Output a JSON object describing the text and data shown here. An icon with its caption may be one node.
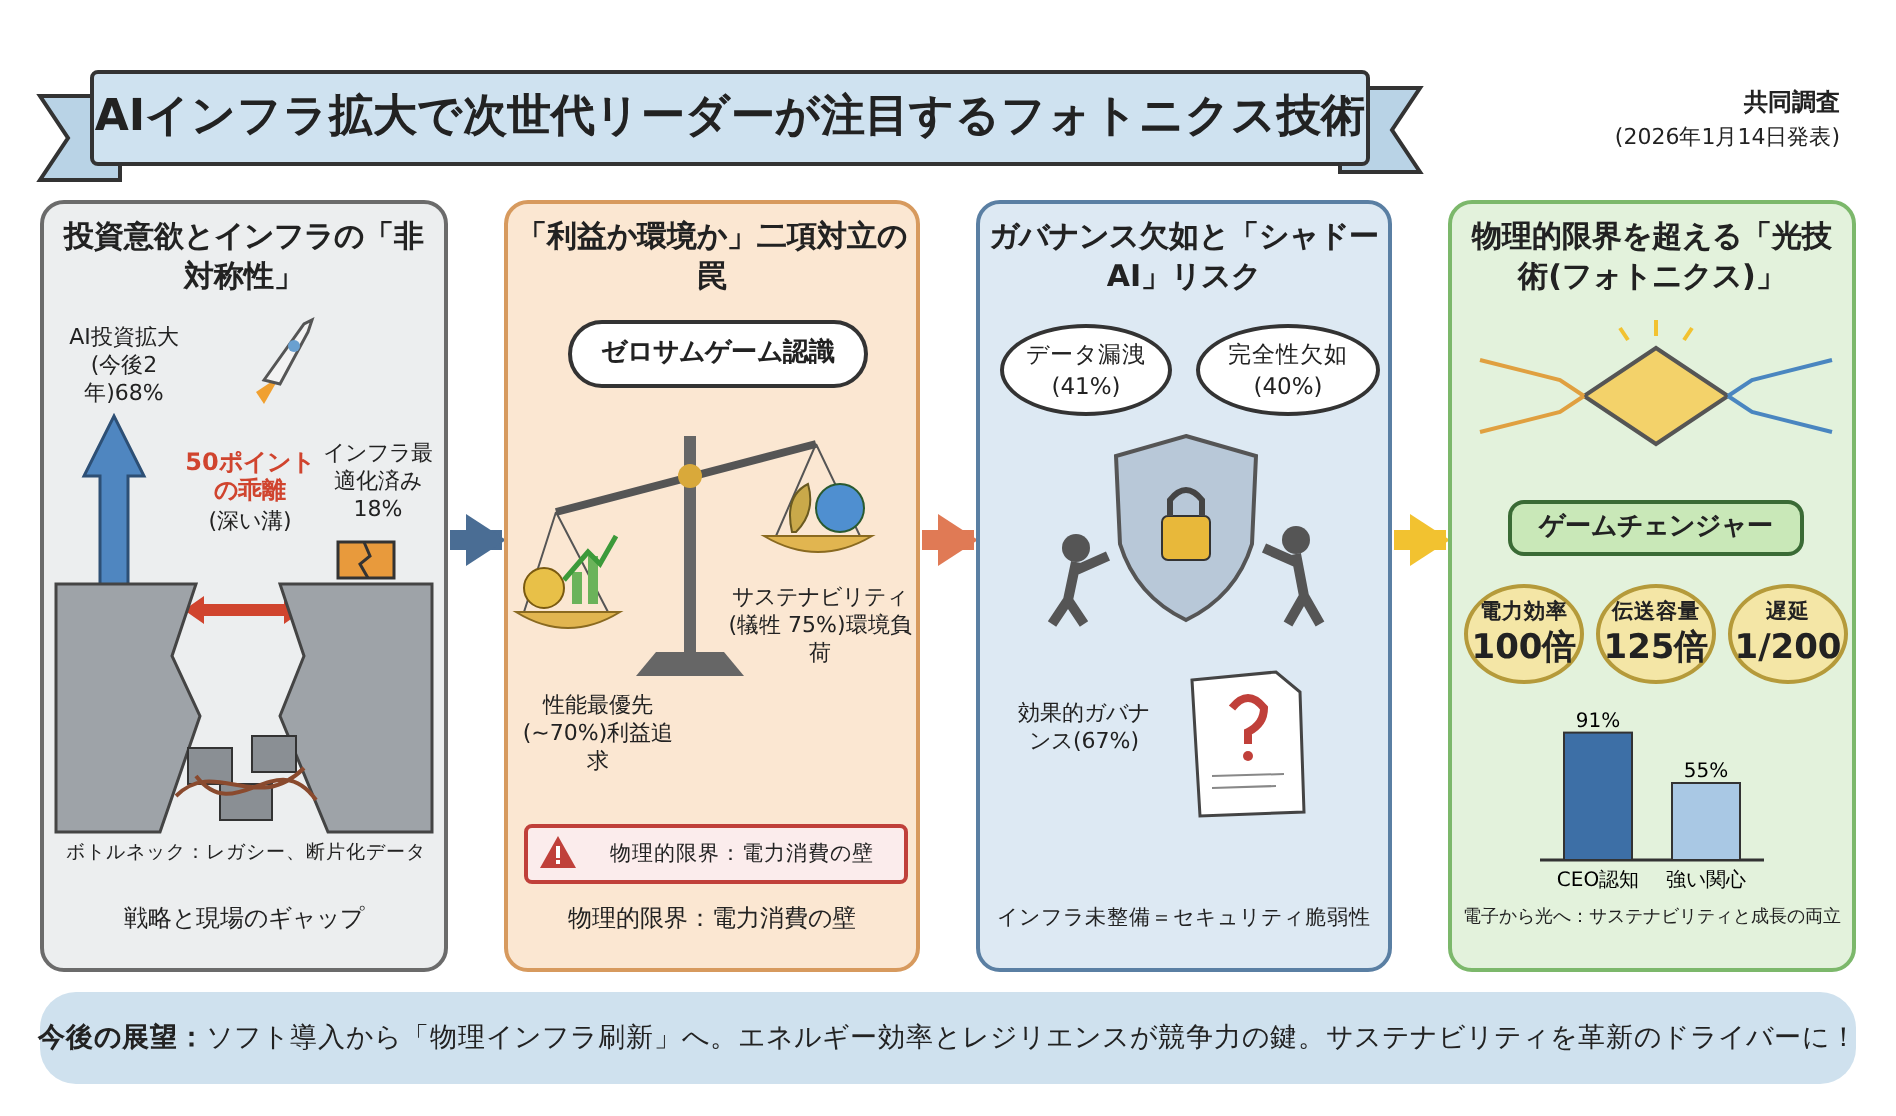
{
  "diagram": {
    "title": "AIインフラ拡大で次世代リーダーが注目するフォトニクス技術",
    "nodes": [
      {
        "text": [
          "投資意欲とインフラの「非対称性」"
        ]
      },
      {
        "text": [
          "「利益か環境か」二項対立の罠"
        ]
      },
      {
        "text": [
          "ゼロサムゲーム認識"
        ],
        "in": 1
      },
      {
        "text": [
          "物理的限界：電力消費の壁"
        ],
        "in": 1
      },
      {
        "text": [
          "ガバナンス欠如と「シャドーAI」リスク"
        ]
      },
      {
        "text": [
          "データ漏洩(41%)"
        ],
        "in": 4
      },
      {
        "text": [
          "完全性欠如(40%)"
        ],
        "in": 4
      },
      {
        "text": [
          "物理的限界を超える「光技術(フォトニクス)」"
        ]
      },
      {
        "text": [
          "ゲームチェンジャー"
        ],
        "in": 7
      },
      {
        "text": [
          "電力効率",
          "100倍"
        ],
        "in": 7
      },
      {
        "text": [
          "伝送容量",
          "125倍"
        ],
        "in": 7
      },
      {
        "text": [
          "遅延",
          "1/200"
        ],
        "in": 7
      },
      {
        "text": [
          "**今後の展望：**ソフト導入から「物理インフラ刷新」へ。エネルギー効率とレジリエンスが競争力の鍵。サステナビリティを革新のドライバーに！"
        ]
      }
    ],
    "edges": [
      {
        "from": 0,
        "to": 1,
        "arrow": "to",
        "color": "#4a6d94"
      },
      {
        "from": 1,
        "to": 4,
        "arrow": "to",
        "color": "#e07a55"
      },
      {
        "from": 4,
        "to": 7,
        "arrow": "to",
        "color": "#f2c230"
      }
    ],
    "labels": [
      "共同調査",
      "(2026年1月14日発表)",
      "AI投資拡大(今後2年)68%",
      "50ポイントの乖離",
      "(深い溝)",
      "インフラ最適化済み18%",
      "ボトルネック：レガシー、断片化データ",
      "戦略と現場のギャップ",
      "性能最優先(~70%)利益追求",
      "サステナビリティ(犠牲 75%)環境負荷",
      "物理的限界：電力消費の壁",
      "効果的ガバナンス(67%)",
      "インフラ未整備＝セキュリティ脆弱性",
      "電子から光へ：サステナビリティと成長の両立"
    ],
    "chart_data": {
      "type": "bar",
      "categories": [
        "CEO認知",
        "強い関心"
      ],
      "values": [
        91,
        55
      ],
      "value_labels": [
        "91%",
        "55%"
      ]
    }
  }
}
